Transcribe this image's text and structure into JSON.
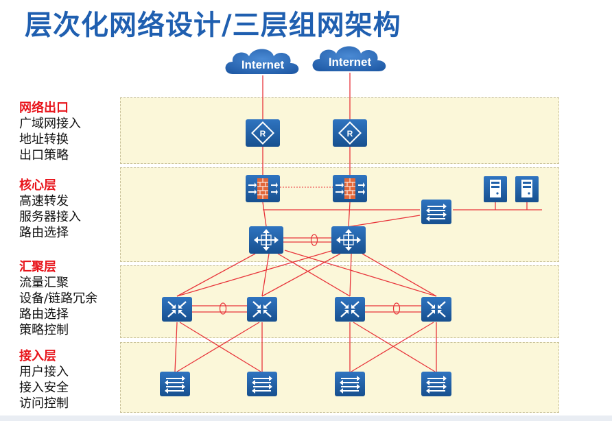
{
  "title": "层次化网络设计/三层组网架构",
  "internet": {
    "label": "Internet"
  },
  "layers": [
    {
      "name": "网络出口",
      "items": [
        "广域网接入",
        "地址转换",
        "出口策略"
      ]
    },
    {
      "name": "核心层",
      "items": [
        "高速转发",
        "服务器接入",
        "路由选择"
      ]
    },
    {
      "name": "汇聚层",
      "items": [
        "流量汇聚",
        "设备/链路冗余",
        "路由选择",
        "策略控制"
      ]
    },
    {
      "name": "接入层",
      "items": [
        "用户接入",
        "接入安全",
        "访问控制"
      ]
    }
  ],
  "icons": {
    "router": "R",
    "colors": {
      "device": "#1f5fa8",
      "link": "#e8343a",
      "cloud": "#2a6ab8",
      "firewall": "#e2673a",
      "band": "#fbf7d9",
      "title": "#1f5fb0",
      "layer_head": "#e8141b"
    }
  }
}
